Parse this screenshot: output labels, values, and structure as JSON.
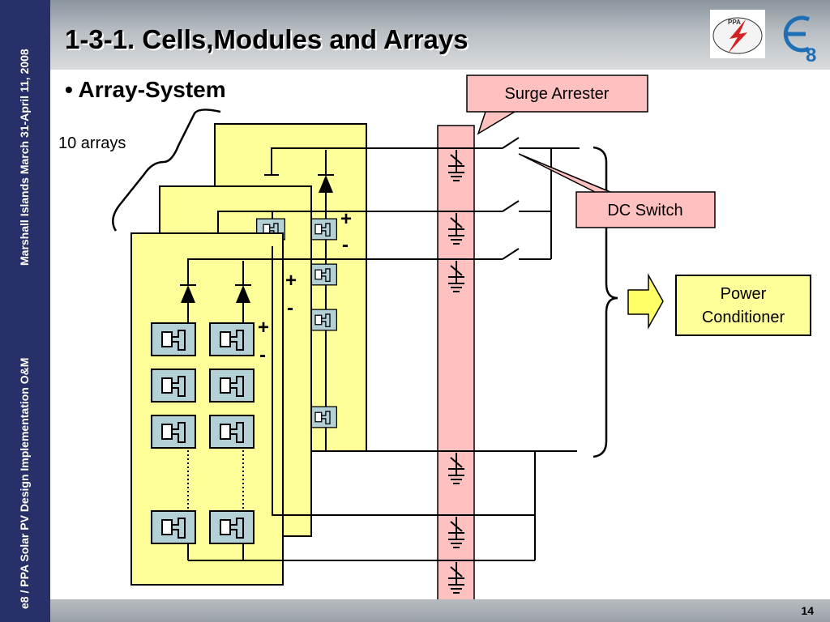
{
  "sidebar": {
    "text_top": "Marshall Islands March 31-April 11, 2008",
    "text_bottom": "e8 / PPA Solar PV Design Implementation O&M"
  },
  "header": {
    "title": "1-3-1. Cells,Modules and Arrays"
  },
  "logos": {
    "ppa": "PPA",
    "e8": "e8"
  },
  "bullet": "• Array-System",
  "diagram": {
    "arrays_label": "10 arrays",
    "surge_arrester": "Surge Arrester",
    "dc_switch": "DC Switch",
    "power_conditioner_line1": "Power",
    "power_conditioner_line2": "Conditioner",
    "plus": "+",
    "minus": "-"
  },
  "footer": {
    "page_number": "14"
  },
  "colors": {
    "sidebar": "#283069",
    "array_fill": "#ffff99",
    "module_fill": "#b3d0d6",
    "arrester_fill": "#ffc0c0",
    "conditioner_fill": "#ffff99"
  }
}
